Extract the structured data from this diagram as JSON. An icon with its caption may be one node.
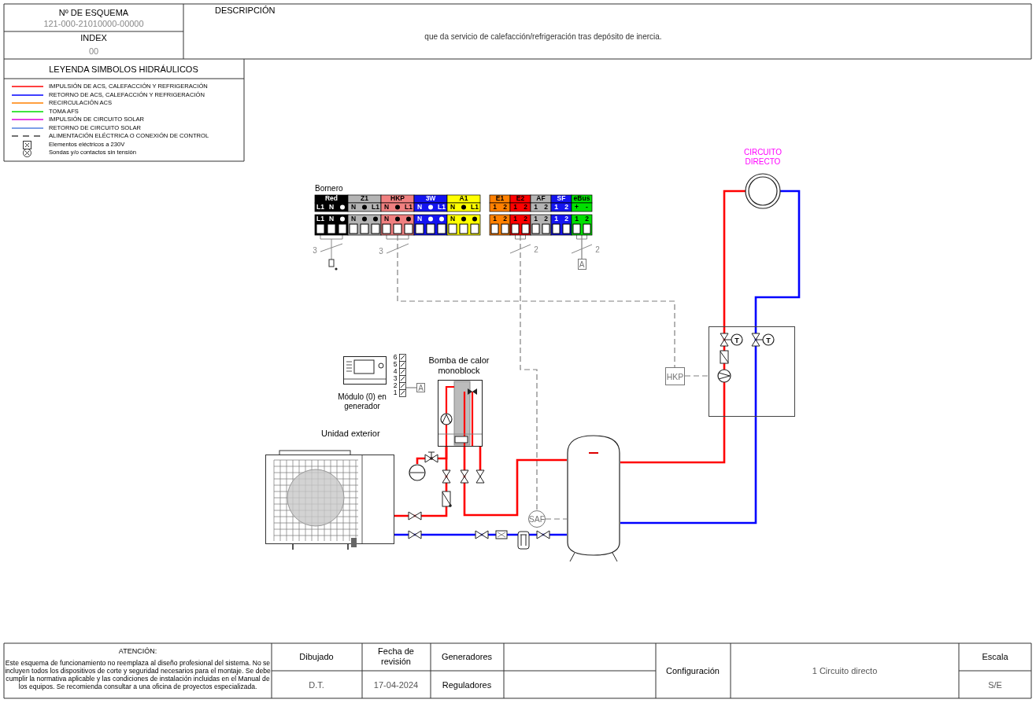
{
  "diagram": {
    "nodes": [
      {
        "text": [
          "Bornero"
        ]
      },
      {
        "text": [
          "Módulo (0) en generador"
        ]
      },
      {
        "text": [
          "A"
        ]
      },
      {
        "text": [
          "A"
        ]
      },
      {
        "text": [
          "Bomba de calor monoblock"
        ]
      },
      {
        "text": [
          "Unidad exterior"
        ]
      },
      {
        "text": [],
        "shape": "cylinder"
      },
      {
        "text": [
          "SAF"
        ]
      },
      {
        "text": [],
        "shape": "box"
      },
      {
        "text": [
          "HKP"
        ]
      },
      {
        "text": [
          "CIRCUITO DIRECTO"
        ]
      },
      {
        "text": [],
        "shape": "circle"
      }
    ],
    "edges": [
      {
        "from": 0,
        "to": 9,
        "arrow": "none",
        "style": "dashed",
        "color": "#808080"
      },
      {
        "from": 0,
        "to": 7,
        "arrow": "none",
        "style": "dashed",
        "color": "#808080"
      },
      {
        "from": 0,
        "to": 3,
        "arrow": "none",
        "color": "#808080"
      },
      {
        "from": 1,
        "to": 2,
        "arrow": "none",
        "color": "#808080"
      },
      {
        "from": 9,
        "to": 8,
        "arrow": "none",
        "style": "dashed",
        "color": "#808080"
      },
      {
        "from": 7,
        "to": 6,
        "arrow": "none",
        "style": "dashed",
        "color": "#808080"
      },
      {
        "from": 5,
        "to": 4,
        "arrow": "none",
        "color": "#ff0000"
      },
      {
        "from": 4,
        "to": 6,
        "arrow": "none",
        "color": "#ff0000"
      },
      {
        "from": 6,
        "to": 5,
        "arrow": "none",
        "color": "#0000ff"
      },
      {
        "from": 6,
        "to": 8,
        "arrow": "none",
        "color": "#ff0000"
      },
      {
        "from": 8,
        "to": 10,
        "arrow": "none",
        "color": "#ff0000"
      },
      {
        "from": 10,
        "to": 8,
        "arrow": "none",
        "color": "#0000ff"
      },
      {
        "from": 8,
        "to": 6,
        "arrow": "none",
        "color": "#0000ff"
      },
      {
        "from": 11,
        "to": 4,
        "arrow": "none",
        "color": "#ff0000"
      }
    ],
    "labels": [
      "Nº DE ESQUEMA",
      "121-000-21010000-00000",
      "INDEX",
      "00",
      "DESCRIPCIÓN",
      "que da servicio de calefacción/refrigeración tras depósito de inercia.",
      "LEYENDA SIMBOLOS HIDRÁULICOS",
      "Red",
      "Z1",
      "HKP",
      "3W",
      "A1",
      "E1",
      "E2",
      "AF",
      "SF",
      "eBus",
      "L1",
      "N",
      "N",
      "L1",
      "N",
      "L1",
      "N",
      "L1",
      "N",
      "L1",
      "1",
      "2",
      "1",
      "2",
      "1",
      "2",
      "1",
      "2",
      "+",
      "-",
      "L1",
      "N",
      "N",
      "N",
      "N",
      "N",
      "1",
      "2",
      "1",
      "2",
      "1",
      "2",
      "1",
      "2",
      "1",
      "2",
      "3",
      "3",
      "2",
      "2",
      "6",
      "5",
      "4",
      "3",
      "2",
      "1",
      "ATENCIÓN:",
      "Este esquema de funcionamiento no reemplaza al diseño profesional del sistema. No se incluyen todos los dispositivos de corte y seguridad necesarios para el montaje. Se debe cumplir la normativa aplicable y las condiciones de instalación incluidas en el Manual de los equipos. Se recomienda consultar a una oficina de proyectos especializada.",
      "Dibujado",
      "Fecha de revisión",
      "Generadores",
      "Configuración",
      "1 Circuito directo",
      "Escala",
      "D.T.",
      "17-04-2024",
      "Reguladores",
      "S/E",
      "T",
      "T"
    ],
    "legend": [
      {
        "text": "IMPULSIÓN DE ACS, CALEFACCIÓN Y REFRIGERACIÓN"
      },
      {
        "text": "RETORNO DE ACS, CALEFACCIÓN Y REFRIGERACIÓN"
      },
      {
        "text": "RECIRCULACIÓN ACS"
      },
      {
        "text": "TOMA AFS"
      },
      {
        "text": "IMPULSIÓN DE CIRCUITO SOLAR"
      },
      {
        "text": "RETORNO DE CIRCUITO SOLAR"
      },
      {
        "text": "ALIMENTACIÓN ELÉCTRICA O CONEXIÓN DE CONTROL"
      },
      {
        "text": "Elementos eléctricos a 230V"
      },
      {
        "text": "Sondas y/o contactos sin tensión"
      }
    ]
  }
}
